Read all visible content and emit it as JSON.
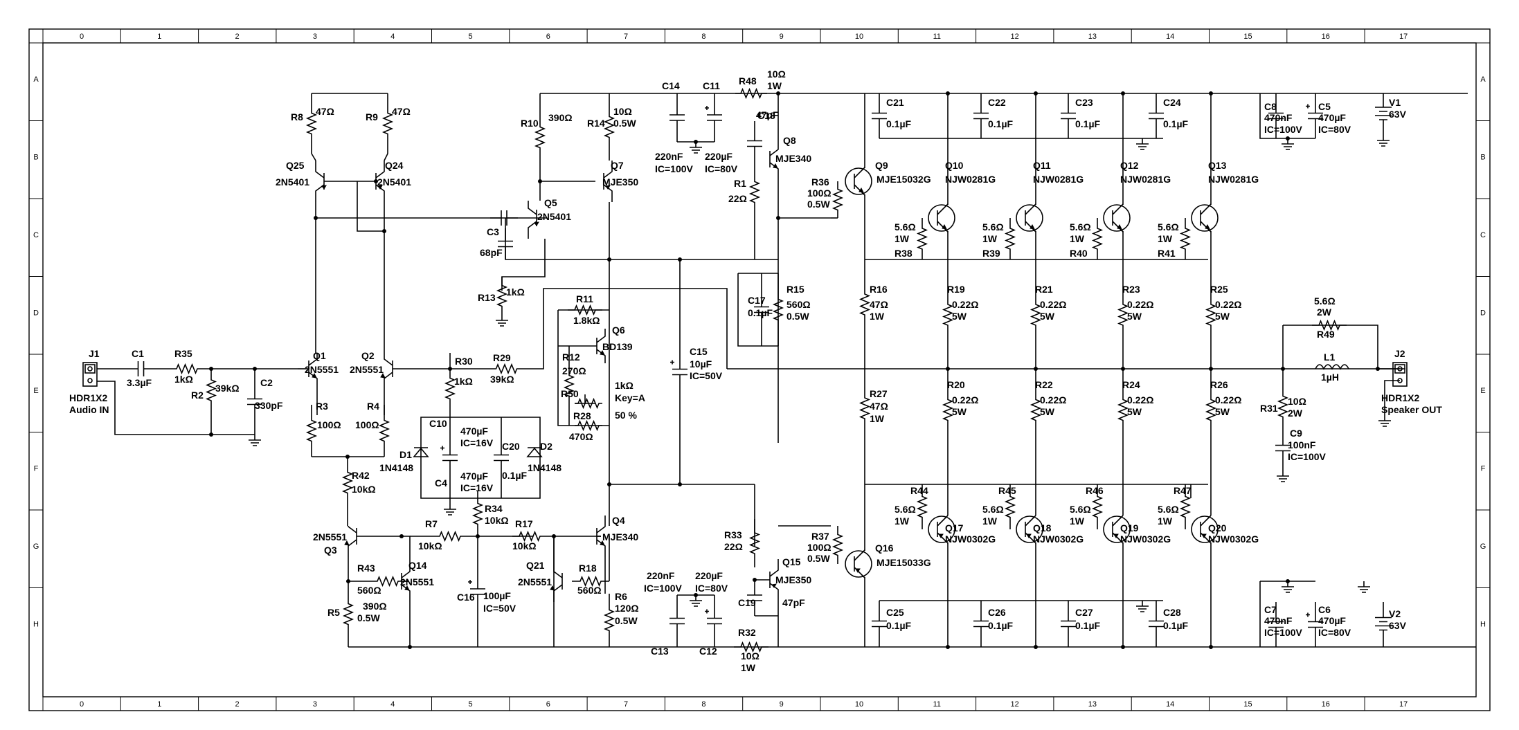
{
  "border": {
    "columns": [
      "0",
      "1",
      "2",
      "3",
      "4",
      "5",
      "6",
      "7",
      "8",
      "9",
      "10",
      "11",
      "12",
      "13",
      "14",
      "15",
      "16",
      "17"
    ],
    "rows": [
      "A",
      "B",
      "C",
      "D",
      "E",
      "F",
      "G",
      "H"
    ]
  },
  "labels": {
    "J1": "J1",
    "J1_v": "HDR1X2",
    "J1_v2": "Audio  IN",
    "J2": "J2",
    "J2_v": "HDR1X2",
    "J2_v2": "Speaker  OUT",
    "C1": "C1",
    "C1_v": "3.3µF",
    "R35": "R35",
    "R35_v": "1kΩ",
    "R2": "R2",
    "R2_v": "39kΩ",
    "C2": "C2",
    "C2_v": "330pF",
    "R8": "R8",
    "R8_v": "47Ω",
    "R9": "R9",
    "R9_v": "47Ω",
    "Q25": "Q25",
    "Q25_v": "2N5401",
    "Q24": "Q24",
    "Q24_v": "2N5401",
    "Q1": "Q1",
    "Q1_v": "2N5551",
    "Q2": "Q2",
    "Q2_v": "2N5551",
    "R3": "R3",
    "R3_v": "100Ω",
    "R4": "R4",
    "R4_v": "100Ω",
    "R42": "R42",
    "R42_v": "10kΩ",
    "Q3": "Q3",
    "Q3_v": "2N5551",
    "R43": "R43",
    "R43_v": "560Ω",
    "R5": "R5",
    "R5_v": "390Ω",
    "R5_v2": "0.5W",
    "Q14": "Q14",
    "Q14_v": "2N5551",
    "R7": "R7",
    "R7_v": "10kΩ",
    "R10": "R10",
    "R10_v": "390Ω",
    "Q5": "Q5",
    "Q5_v": "2N5401",
    "C3": "C3",
    "C3_v": "68pF",
    "R13": "R13",
    "R13_v": "1kΩ",
    "R30": "R30",
    "R30_v": "1kΩ",
    "R29": "R29",
    "R29_v": "39kΩ",
    "C10": "C10",
    "C10_v": "470µF",
    "C10_v2": "IC=16V",
    "C4": "C4",
    "C4_v": "470µF",
    "C4_v2": "IC=16V",
    "C20": "C20",
    "C20_v": "0.1µF",
    "D1": "D1",
    "D1_v": "1N4148",
    "D2": "D2",
    "D2_v": "1N4148",
    "R34": "R34",
    "R34_v": "10kΩ",
    "R17": "R17",
    "R17_v": "10kΩ",
    "C16": "C16",
    "C16_v": "100µF",
    "C16_v2": "IC=50V",
    "Q21": "Q21",
    "Q21_v": "2N5551",
    "R18": "R18",
    "R18_v": "560Ω",
    "R14": "R14",
    "R14_v": "10Ω",
    "R14_v2": "0.5W",
    "Q7": "Q7",
    "Q7_v": "MJE350",
    "R11": "R11",
    "R11_v": "1.8kΩ",
    "Q6": "Q6",
    "Q6_v": "BD139",
    "R12": "R12",
    "R12_v": "270Ω",
    "R50": "R50",
    "R50_v": "1kΩ",
    "R50_v2": "Key=A",
    "R50_v3": "50 %",
    "R28": "R28",
    "R28_v": "470Ω",
    "Q4": "Q4",
    "Q4_v": "MJE340",
    "R6": "R6",
    "R6_v": "120Ω",
    "R6_v2": "0.5W",
    "C14": "C14",
    "C14_v": "220nF",
    "C14_v2": "IC=100V",
    "C11": "C11",
    "C11_v": "220µF",
    "C11_v2": "IC=80V",
    "R48": "R48",
    "R48_v": "10Ω",
    "R48_v2": "1W",
    "C18": "C18",
    "C18_v": "47pF",
    "Q8": "Q8",
    "Q8_v": "MJE340",
    "R1": "R1",
    "R1_v": "22Ω",
    "C15": "C15",
    "C15_v": "10µF",
    "C15_v2": "IC=50V",
    "C17": "C17",
    "C17_v": "0.1µF",
    "R15": "R15",
    "R15_v": "560Ω",
    "R15_v2": "0.5W",
    "R33": "R33",
    "R33_v": "22Ω",
    "Q15": "Q15",
    "Q15_v": "MJE350",
    "C19": "C19",
    "C19_v": "47pF",
    "C13": "C13",
    "C13_v": "220nF",
    "C13_v2": "IC=100V",
    "C12": "C12",
    "C12_v": "220µF",
    "C12_v2": "IC=80V",
    "R32": "R32",
    "R32_v": "10Ω",
    "R32_v2": "1W",
    "Q9": "Q9",
    "Q9_v": "MJE15032G",
    "R36": "R36",
    "R36_v": "100Ω",
    "R36_v2": "0.5W",
    "Q16": "Q16",
    "Q16_v": "MJE15033G",
    "R37": "R37",
    "R37_v": "100Ω",
    "R37_v2": "0.5W",
    "R16": "R16",
    "R16_v": "47Ω",
    "R16_v2": "1W",
    "R27": "R27",
    "R27_v": "47Ω",
    "R27_v2": "1W",
    "Q10": "Q10",
    "Q10_v": "NJW0281G",
    "Q11": "Q11",
    "Q11_v": "NJW0281G",
    "Q12": "Q12",
    "Q12_v": "NJW0281G",
    "Q13": "Q13",
    "Q13_v": "NJW0281G",
    "Q17": "Q17",
    "Q17_v": "NJW0302G",
    "Q18": "Q18",
    "Q18_v": "NJW0302G",
    "Q19": "Q19",
    "Q19_v": "NJW0302G",
    "Q20": "Q20",
    "Q20_v": "NJW0302G",
    "R38": "R38",
    "R39": "R39",
    "R40": "R40",
    "R41": "R41",
    "R44": "R44",
    "R45": "R45",
    "R46": "R46",
    "R47": "R47",
    "Rb_v": "5.6Ω",
    "Rb_v2": "1W",
    "R19": "R19",
    "R20": "R20",
    "R21": "R21",
    "R22": "R22",
    "R23": "R23",
    "R24": "R24",
    "R25": "R25",
    "R26": "R26",
    "Re_v": "0.22Ω",
    "Re_v2": "5W",
    "C21": "C21",
    "C22": "C22",
    "C23": "C23",
    "C24": "C24",
    "C25": "C25",
    "C26": "C26",
    "C27": "C27",
    "C28": "C28",
    "Cb_v": "0.1µF",
    "C8": "C8",
    "C8_v": "470nF",
    "C8_v2": "IC=100V",
    "C5": "C5",
    "C5_v": "470µF",
    "C5_v2": "IC=80V",
    "V1": "V1",
    "V1_v": "63V",
    "C7": "C7",
    "C7_v": "470nF",
    "C7_v2": "IC=100V",
    "C6": "C6",
    "C6_v": "470µF",
    "C6_v2": "IC=80V",
    "V2": "V2",
    "V2_v": "63V",
    "R49": "R49",
    "R49_v": "5.6Ω",
    "R49_v2": "2W",
    "L1": "L1",
    "L1_v": "1µH",
    "R31": "R31",
    "R31_v": "10Ω",
    "R31_v2": "2W",
    "C9": "C9",
    "C9_v": "100nF",
    "C9_v2": "IC=100V"
  }
}
